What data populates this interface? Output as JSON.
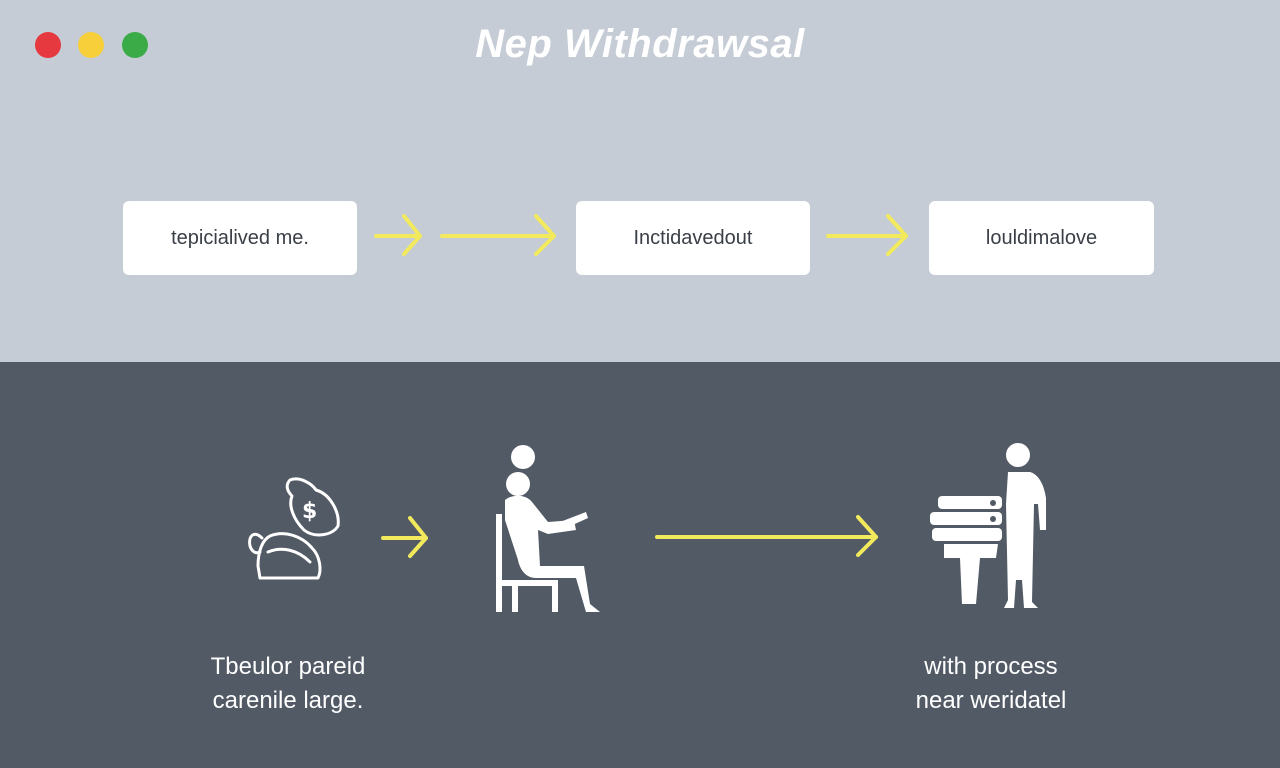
{
  "window": {
    "title": "Nep Withdrawsal",
    "controls": [
      "close",
      "minimize",
      "maximize"
    ]
  },
  "colors": {
    "top_bg": "#c5ccd5",
    "bottom_bg": "#525a66",
    "arrow": "#f2ea5c",
    "icon": "#ffffff"
  },
  "steps": [
    {
      "label": "tepicialived me."
    },
    {
      "label": "Inctidavedout"
    },
    {
      "label": "louldimalove"
    }
  ],
  "illustrations": {
    "items": [
      "money-bag-icon",
      "seated-person-icon",
      "standing-person-desk-icon"
    ],
    "captions": [
      {
        "line1": "Tbeulor pareid",
        "line2": "carenile large."
      },
      {
        "line1": "with process",
        "line2": "near weridatel"
      }
    ]
  }
}
